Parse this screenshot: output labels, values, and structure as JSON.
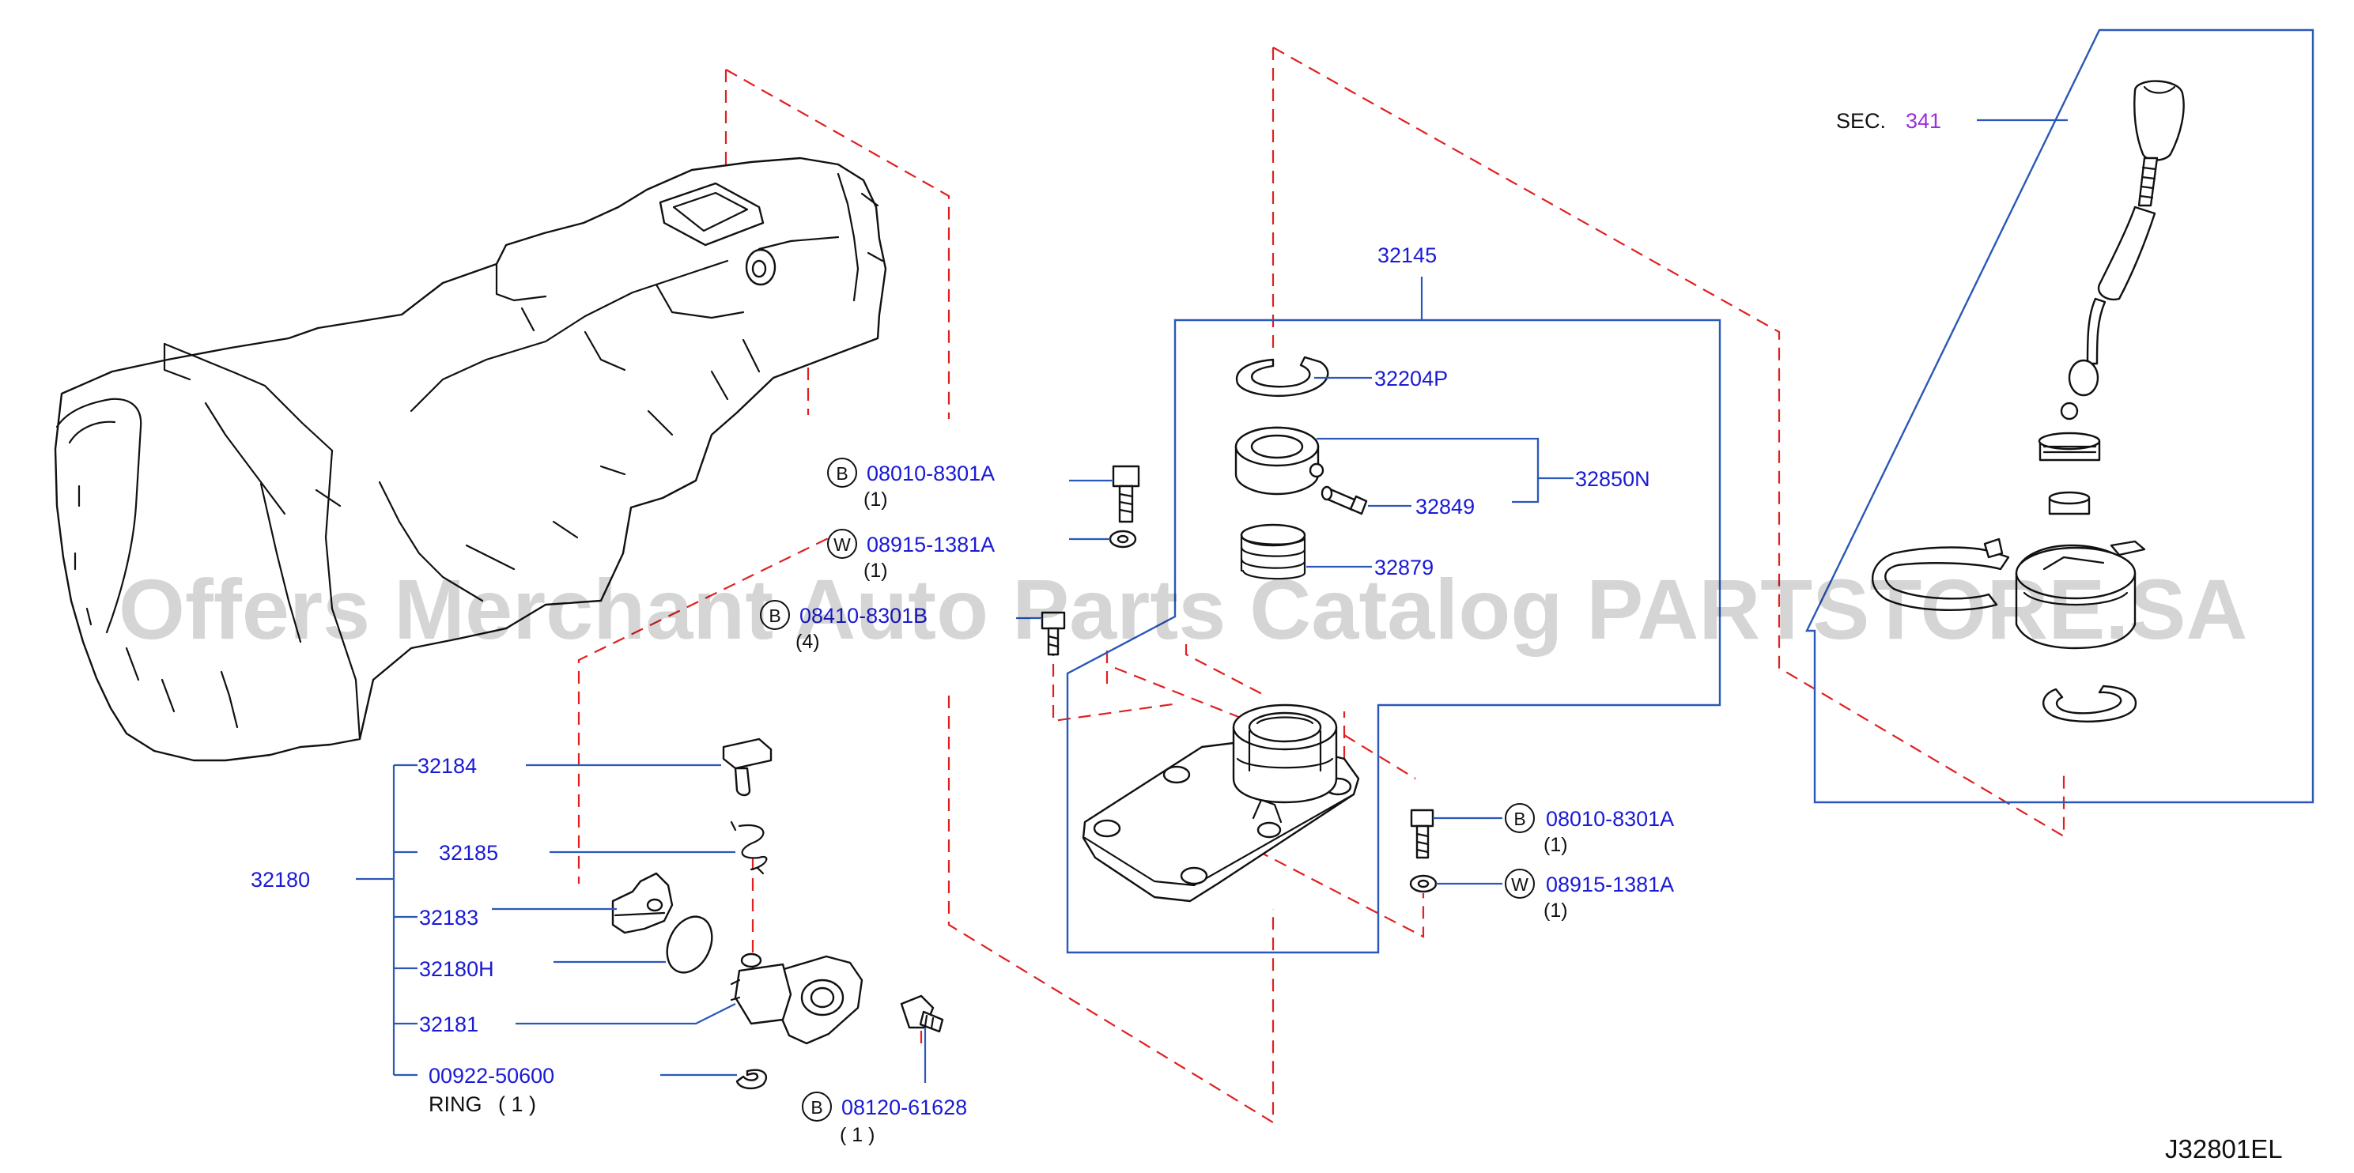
{
  "section": {
    "prefix": "SEC.",
    "number": "341"
  },
  "diagram_code": "J32801EL",
  "watermark": "Offers Merchant Auto Parts Catalog PARTSTORE.SA",
  "labels": {
    "p32145": "32145",
    "p32204P": "32204P",
    "p32850N": "32850N",
    "p32849": "32849",
    "p32879": "32879",
    "p32180": "32180",
    "p32184": "32184",
    "p32185": "32185",
    "p32183": "32183",
    "p32180H": "32180H",
    "p32181": "32181",
    "p00922": "00922-50600",
    "ring": "RING",
    "ring_qty": "( 1 )"
  },
  "fasteners": {
    "bolt_top": {
      "badge": "B",
      "part": "08010-8301A",
      "qty": "(1)"
    },
    "washer_top": {
      "badge": "W",
      "part": "08915-1381A",
      "qty": "(1)"
    },
    "bolt_mid": {
      "badge": "B",
      "part": "08410-8301B",
      "qty": "(4)"
    },
    "bolt_right": {
      "badge": "B",
      "part": "08010-8301A",
      "qty": "(1)"
    },
    "washer_right": {
      "badge": "W",
      "part": "08915-1381A",
      "qty": "(1)"
    },
    "bolt_bottom": {
      "badge": "B",
      "part": "08120-61628",
      "qty": "( 1 )"
    }
  },
  "colors": {
    "part_link": "#1a1ad6",
    "section_link": "#9b2fd8",
    "leader": "#2a58b8",
    "phantom_line": "#e02020"
  }
}
